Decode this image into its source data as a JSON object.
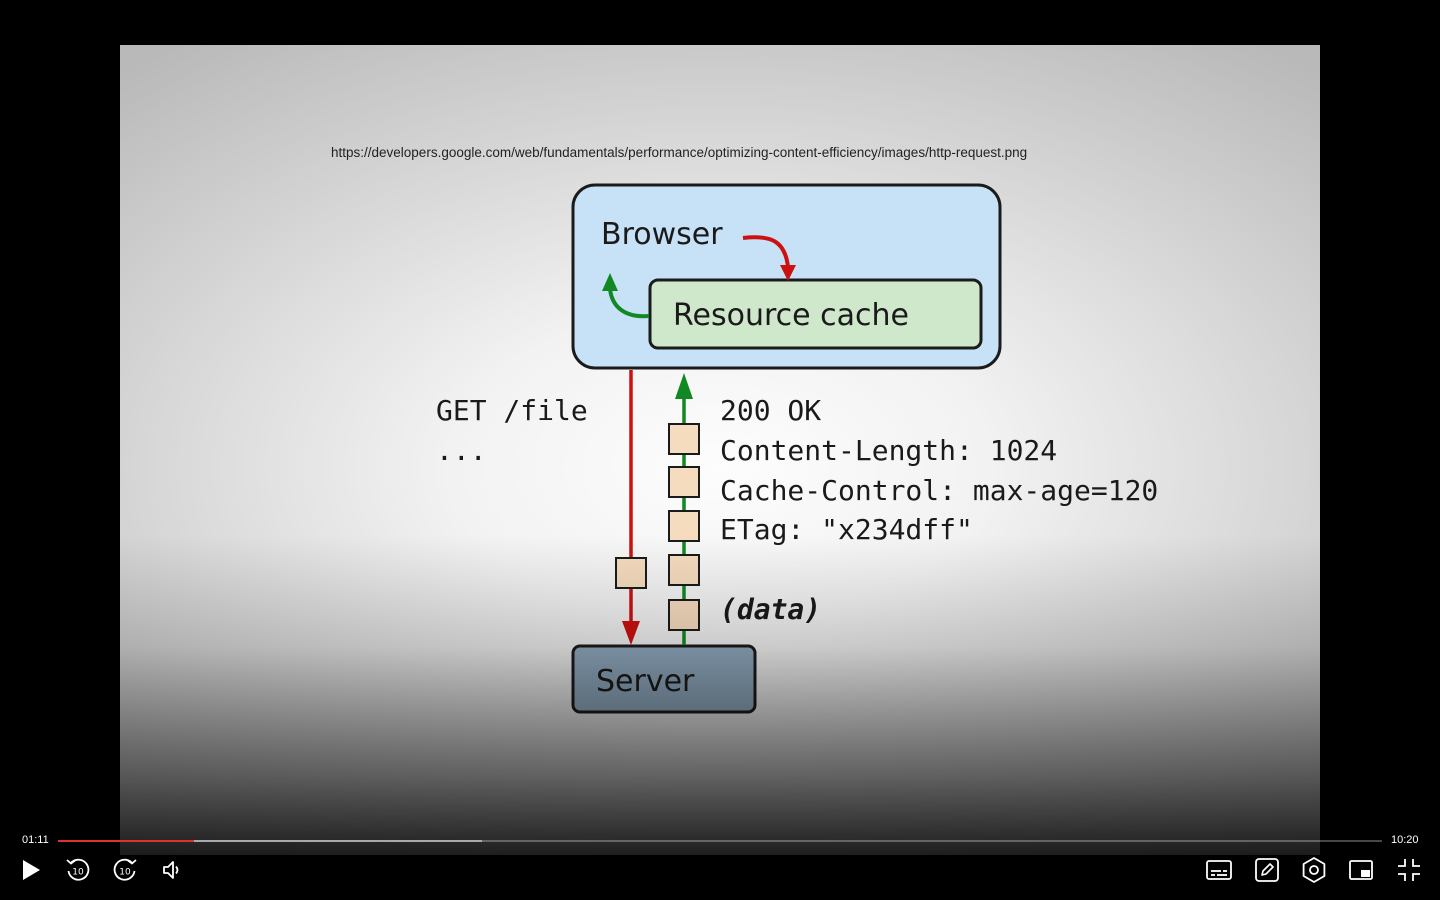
{
  "slide": {
    "source_url": "https://developers.google.com/web/fundamentals/performance/optimizing-content-efficiency/images/http-request.png",
    "browser_label": "Browser",
    "cache_label": "Resource cache",
    "server_label": "Server",
    "request_lines": [
      "GET /file",
      "..."
    ],
    "response_lines": [
      "200 OK",
      "Content-Length: 1024",
      "Cache-Control: max-age=120",
      "ETag: \"x234dff\""
    ],
    "data_label": "(data)"
  },
  "player": {
    "current_time": "01:11",
    "total_time": "10:20",
    "played_fraction": 0.103,
    "buffered_fraction": 0.32,
    "controls": {
      "play": "play-icon",
      "rewind": "replay-10-icon",
      "forward": "forward-10-icon",
      "volume": "volume-icon",
      "rewind_seconds": "10",
      "forward_seconds": "10",
      "captions": "captions-icon",
      "notes": "edit-icon",
      "settings": "settings-icon",
      "pip": "picture-in-picture-icon",
      "fullscreen_exit": "exit-fullscreen-icon"
    },
    "colors": {
      "progress": "#e03030"
    }
  }
}
